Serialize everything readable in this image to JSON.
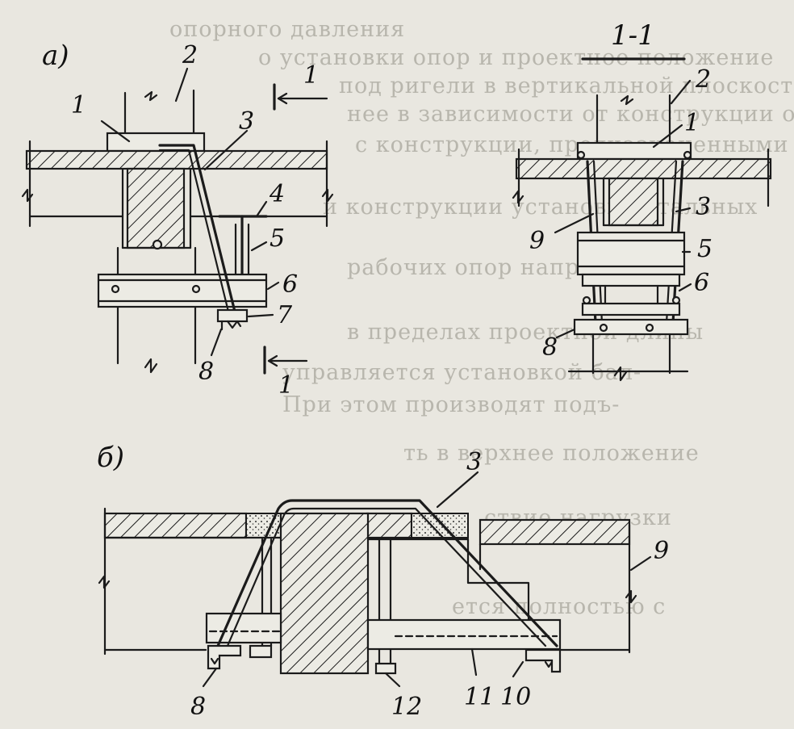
{
  "figure": {
    "panel_a_label": "а)",
    "panel_b_label": "б)",
    "section_title": "1-1",
    "cut_mark_labels": [
      "1",
      "1"
    ]
  },
  "callouts_a": [
    "1",
    "2",
    "3",
    "4",
    "5",
    "6",
    "7",
    "8"
  ],
  "callouts_section": [
    "1",
    "2",
    "3",
    "9",
    "5",
    "6",
    "8"
  ],
  "callouts_b": [
    "3",
    "9",
    "8",
    "12",
    "11",
    "10"
  ],
  "bleed_through_text": [
    "опорного давления",
    "о установки опор и проектное положение",
    "под ригели в вертикальной плоскости",
    "нее в зависимости от конструкции опор",
    "с конструкции, предназначенными для",
    "и конструкции установки стальных",
    "рабочих опор направление",
    "в пределах проектной длины",
    "управляется установкой бал-",
    "При этом производят подъ-",
    "ть в верхнее положение",
    "ствие нагрузки",
    "ется полностью с"
  ]
}
